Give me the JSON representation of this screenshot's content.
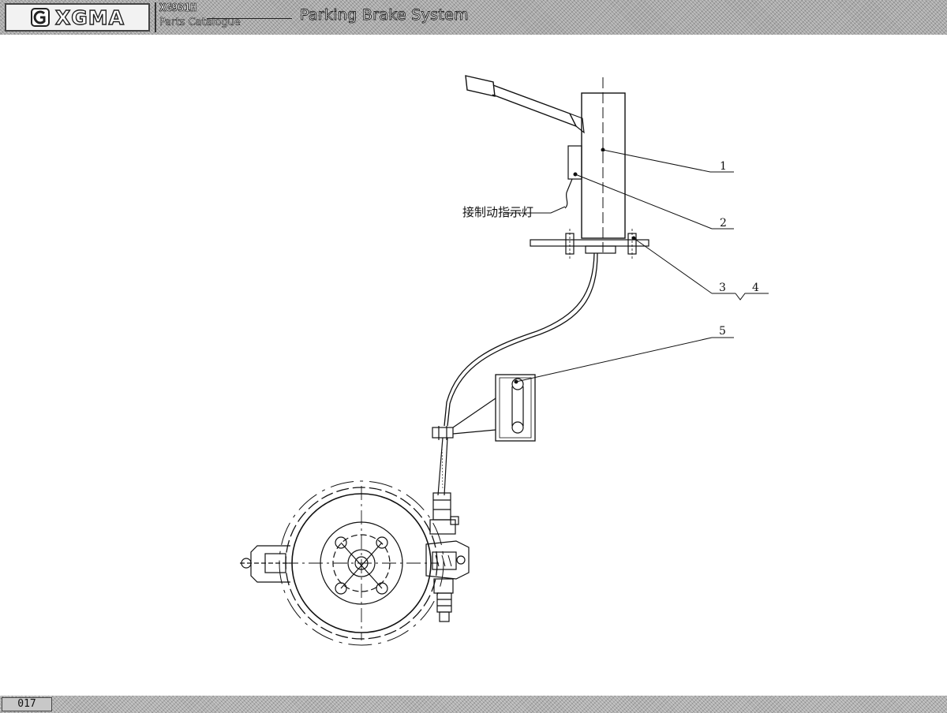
{
  "header": {
    "brand": "XGMA",
    "model": "XG931H",
    "catalogue": "Parts Catalogue",
    "section_title": "Parking Brake System"
  },
  "diagram": {
    "indicator_label": "接制动指示灯",
    "callouts": [
      "1",
      "2",
      "3",
      "4",
      "5"
    ]
  },
  "footer": {
    "page_number": "017"
  },
  "colors": {
    "line": "#111111",
    "header_bg": "#a8a8a8"
  }
}
